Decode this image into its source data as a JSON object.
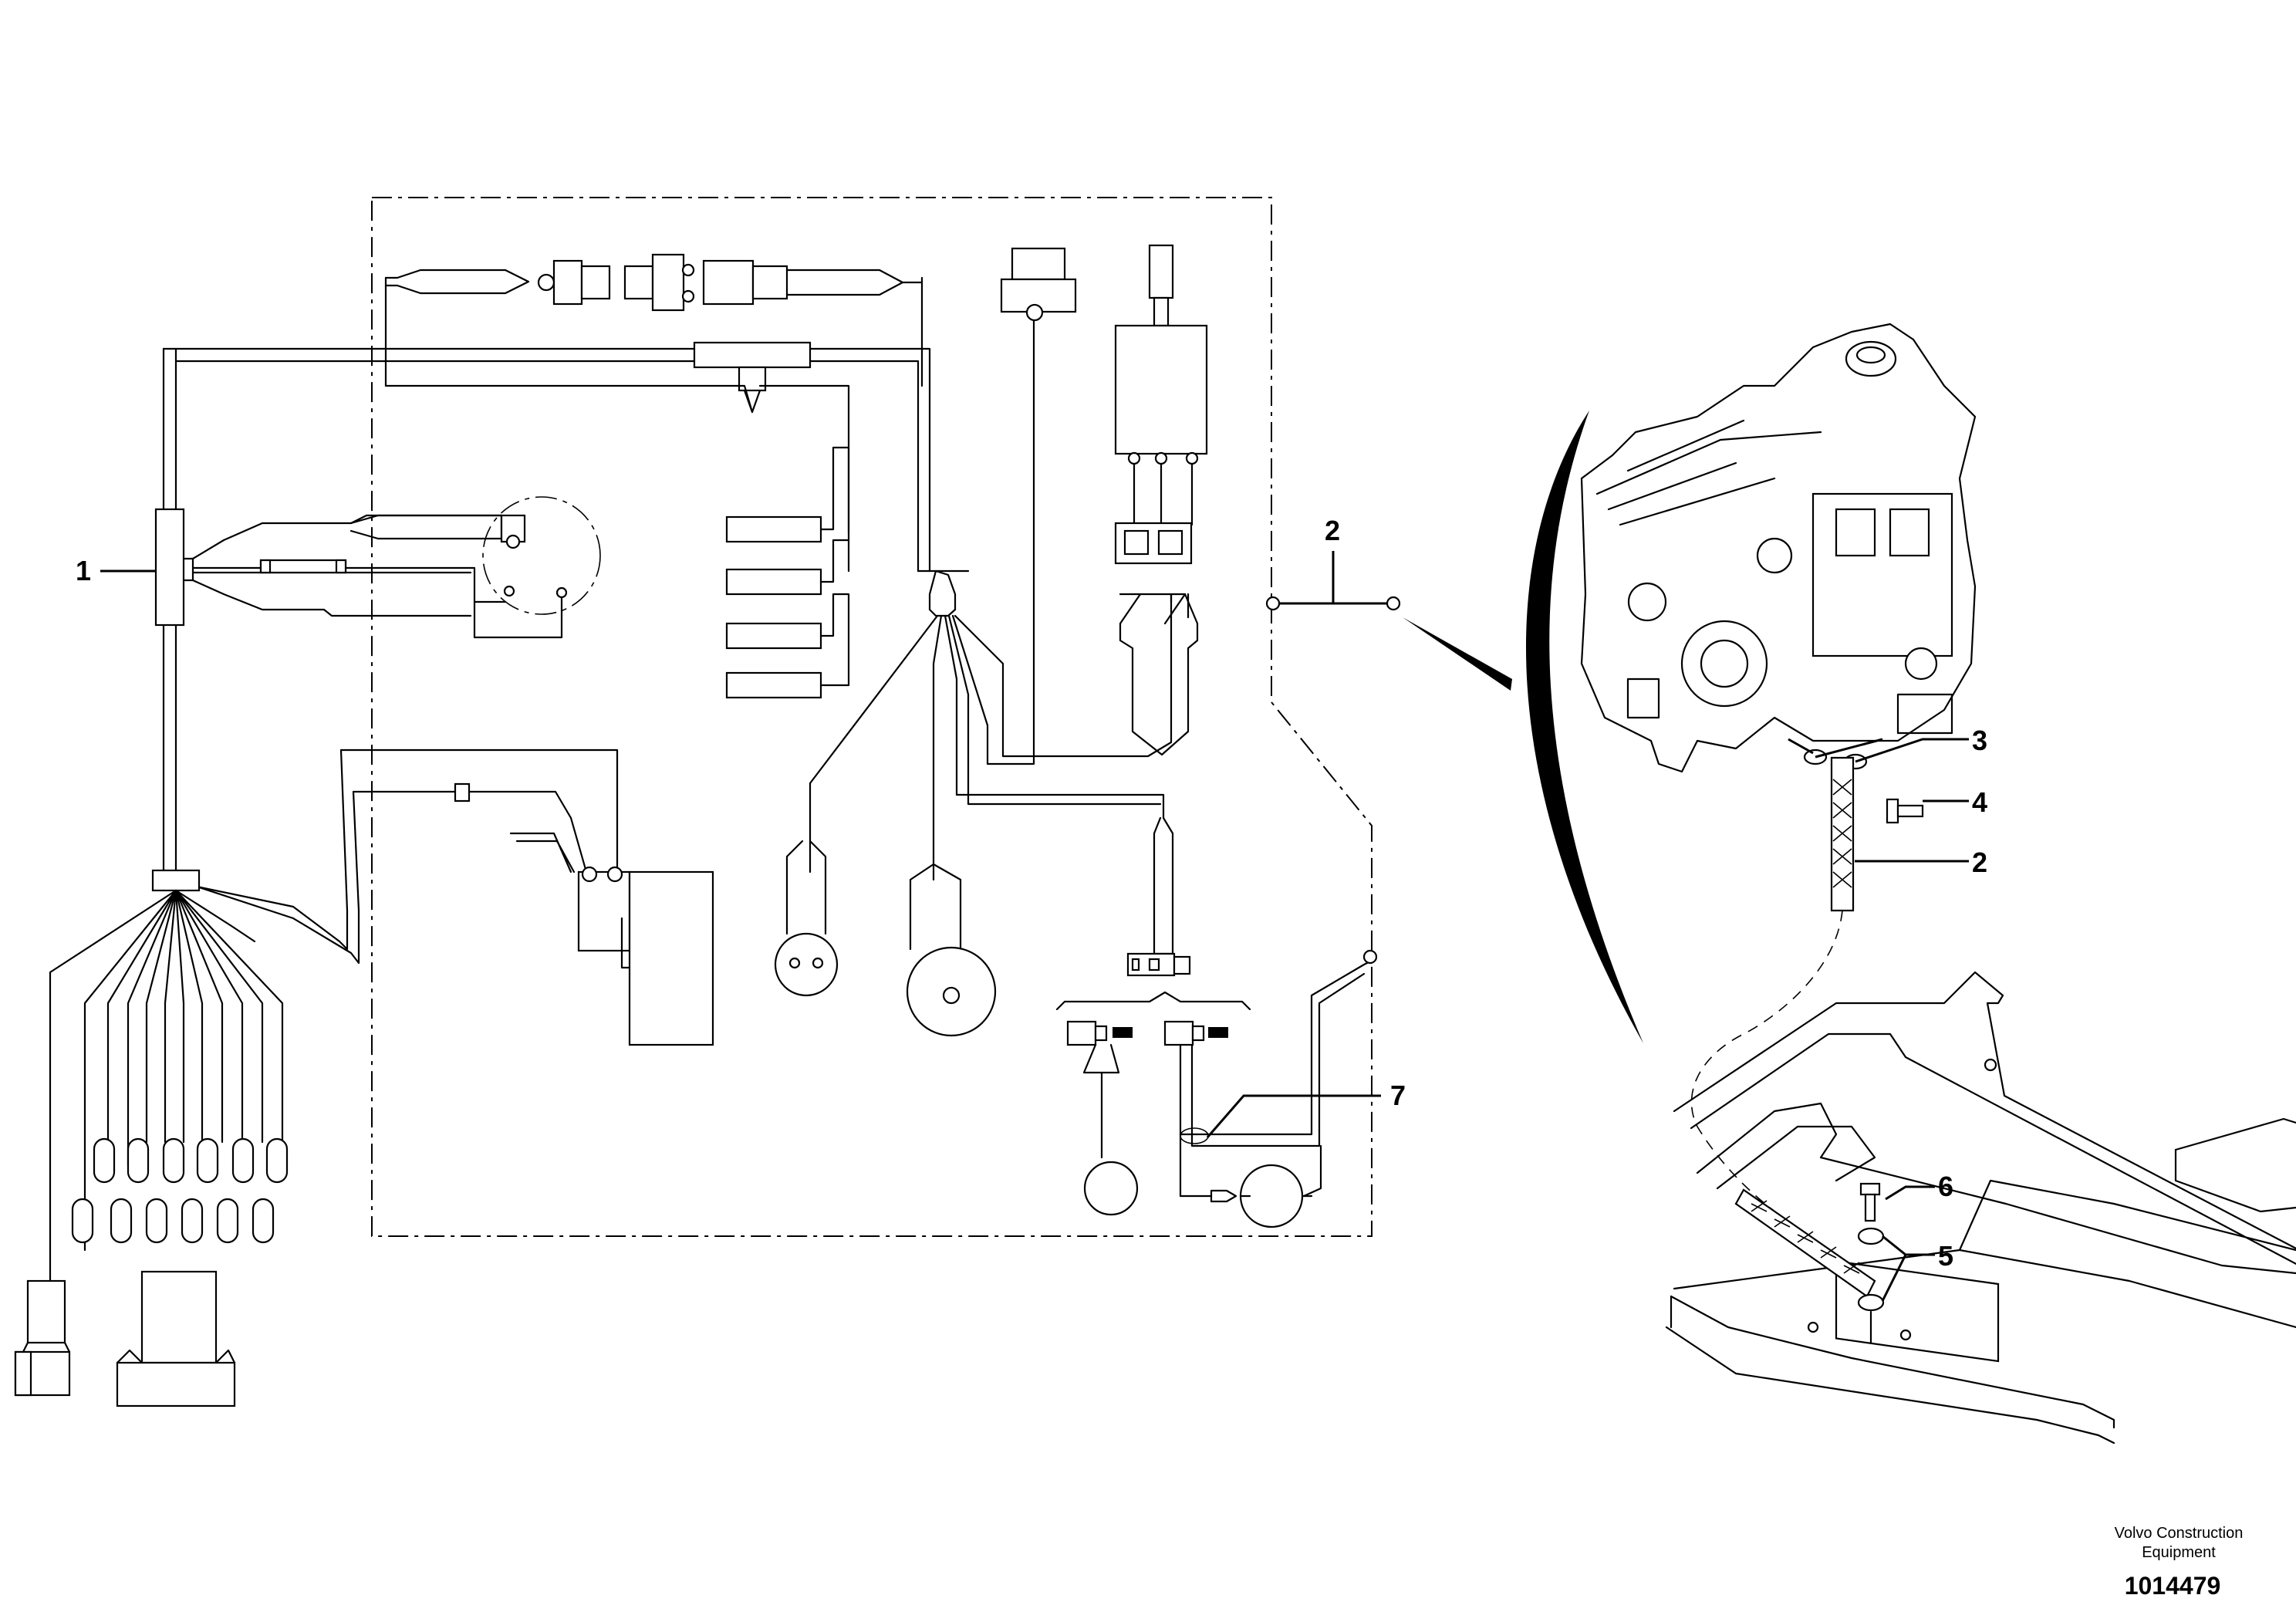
{
  "callouts": {
    "p1": "1",
    "p2_schematic": "2",
    "p3": "3",
    "p4": "4",
    "p2_strap": "2",
    "p7": "7",
    "p6": "6",
    "p5": "5"
  },
  "publisher": {
    "line1": "Volvo Construction",
    "line2": "Equipment"
  },
  "document_number": "1014479"
}
